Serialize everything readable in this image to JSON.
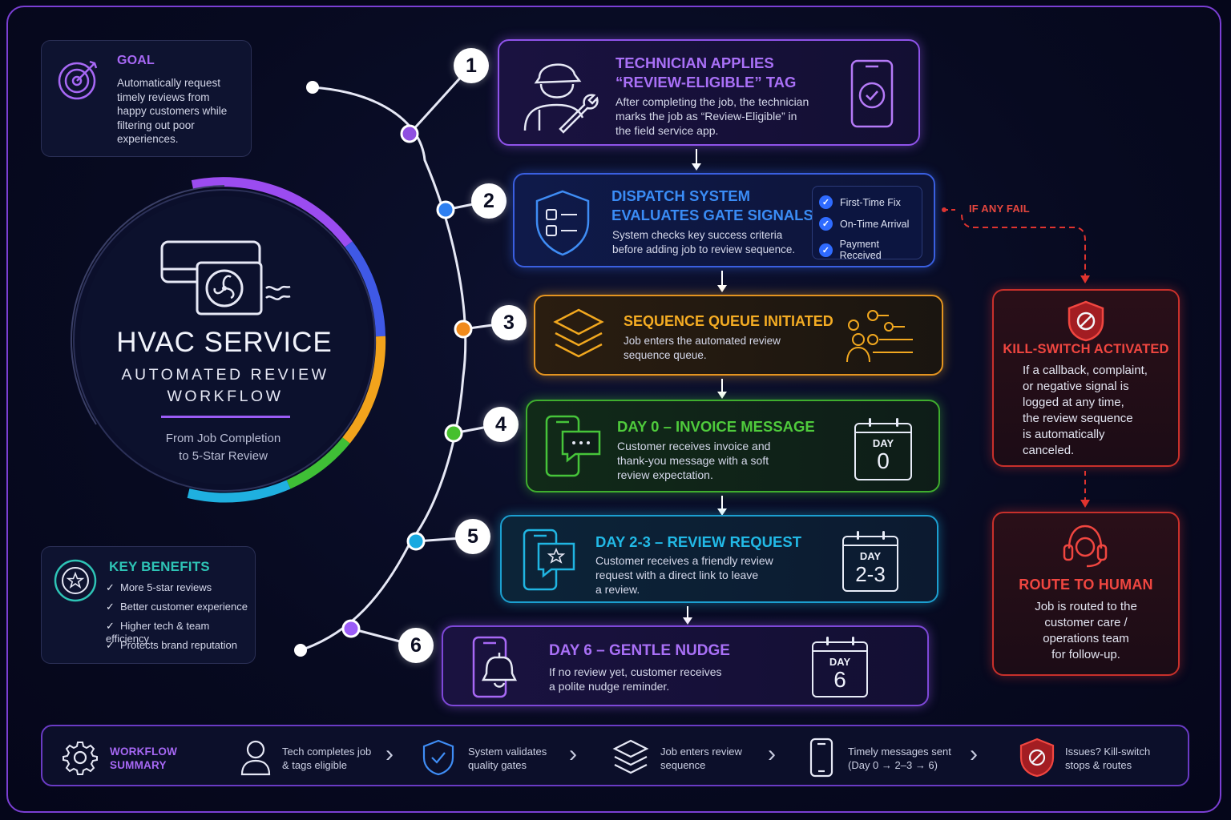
{
  "goal": {
    "title": "GOAL",
    "lines": [
      "Automatically request",
      "timely reviews from",
      "happy customers while",
      "filtering out poor",
      "experiences."
    ]
  },
  "hero": {
    "title": "HVAC SERVICE",
    "subtitle_line1": "AUTOMATED REVIEW",
    "subtitle_line2": "WORKFLOW",
    "tagline_line1": "From Job Completion",
    "tagline_line2": "to 5-Star Review"
  },
  "benefits": {
    "title": "KEY BENEFITS",
    "items": [
      "More 5-star reviews",
      "Better customer experience",
      "Higher tech & team efficiency",
      "Protects brand reputation"
    ]
  },
  "steps": [
    {
      "number": "1",
      "title_line1": "TECHNICIAN APPLIES",
      "title_line2": "“REVIEW-ELIGIBLE” TAG",
      "desc": [
        "After completing the job, the technician",
        "marks the job as “Review-Eligible” in",
        "the field service app."
      ],
      "color": "#9b5cf6"
    },
    {
      "number": "2",
      "title_line1": "DISPATCH SYSTEM",
      "title_line2": "EVALUATES GATE SIGNALS",
      "desc": [
        "System checks key success criteria",
        "before adding job to review sequence."
      ],
      "checks": [
        "First-Time Fix",
        "On-Time Arrival",
        "Payment Received"
      ],
      "color": "#3a6cf0"
    },
    {
      "number": "3",
      "title_line1": "SEQUENCE QUEUE INITIATED",
      "desc": [
        "Job enters the automated review",
        "sequence queue."
      ],
      "color": "#f5a623"
    },
    {
      "number": "4",
      "title_line1": "DAY 0 – INVOICE MESSAGE",
      "desc": [
        "Customer receives invoice and",
        "thank-you message with a soft",
        "review expectation."
      ],
      "day_label": "DAY",
      "day_value": "0",
      "color": "#45c23a"
    },
    {
      "number": "5",
      "title_line1": "DAY 2-3 – REVIEW REQUEST",
      "desc": [
        "Customer receives a friendly review",
        "request with a direct link to leave",
        "a review."
      ],
      "day_label": "DAY",
      "day_value": "2-3",
      "color": "#1fb6e0"
    },
    {
      "number": "6",
      "title_line1": "DAY 6 – GENTLE  NUDGE",
      "desc": [
        "If no review yet, customer receives",
        "a polite nudge reminder."
      ],
      "day_label": "DAY",
      "day_value": "6",
      "color": "#9b5cf6"
    }
  ],
  "fail_label": "IF ANY FAIL",
  "kill_switch": {
    "title": "KILL-SWITCH ACTIVATED",
    "lines": [
      "If a callback, complaint,",
      "or negative signal is",
      "logged at any time,",
      "the review sequence",
      "is automatically",
      "canceled."
    ]
  },
  "route_human": {
    "title": "ROUTE TO HUMAN",
    "lines": [
      "Job is routed to the",
      "customer care /",
      "operations team",
      "for follow-up."
    ]
  },
  "summary": {
    "title_line1": "WORKFLOW",
    "title_line2": "SUMMARY",
    "items": [
      {
        "line1": "Tech completes job",
        "line2": "& tags eligible"
      },
      {
        "line1": "System validates",
        "line2": "quality gates"
      },
      {
        "line1": "Job enters review",
        "line2": "sequence"
      },
      {
        "line1": "Timely messages sent",
        "line2": "(Day 0 → 2–3 → 6)"
      },
      {
        "line1": "Issues? Kill-switch",
        "line2": "stops & routes"
      }
    ]
  },
  "colors": {
    "purple": "#9b5cf6",
    "blue": "#3a6cf0",
    "orange": "#f5a623",
    "green": "#45c23a",
    "cyan": "#1fb6e0",
    "red": "#e0342f",
    "teal": "#2ec4b6"
  },
  "icons": [
    "target-icon",
    "technician-icon",
    "phone-check-icon",
    "shield-checklist-icon",
    "layers-icon",
    "people-flow-icon",
    "chat-phone-icon",
    "calendar-icon",
    "star-chat-phone-icon",
    "bell-phone-icon",
    "ac-unit-icon",
    "star-badge-icon",
    "shield-ban-icon",
    "headset-icon",
    "gear-icon",
    "user-icon",
    "shield-check-icon",
    "phone-icon"
  ]
}
